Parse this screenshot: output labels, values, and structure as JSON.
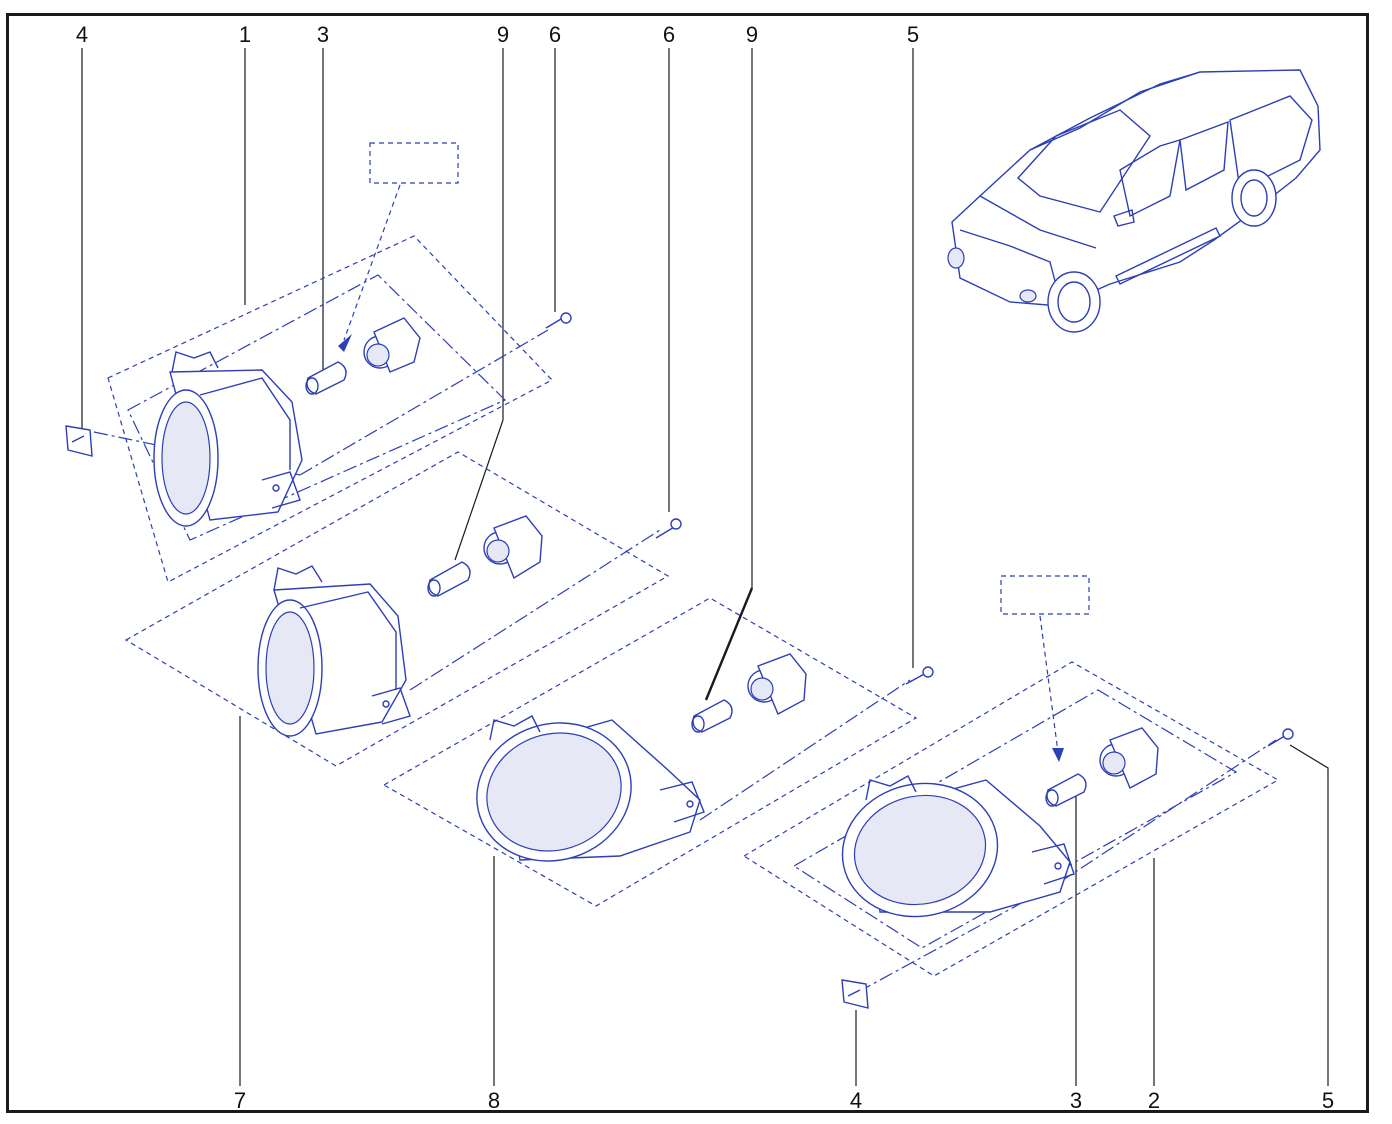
{
  "callouts": {
    "top": [
      "4",
      "1",
      "3",
      "9",
      "6",
      "6",
      "9",
      "5"
    ],
    "bottom": [
      "7",
      "8",
      "4",
      "3",
      "2",
      "5"
    ]
  },
  "colors": {
    "line": "#2c3fb5",
    "leader": "#1a1a1a",
    "frame": "#1a1a1a",
    "background": "#ffffff"
  }
}
